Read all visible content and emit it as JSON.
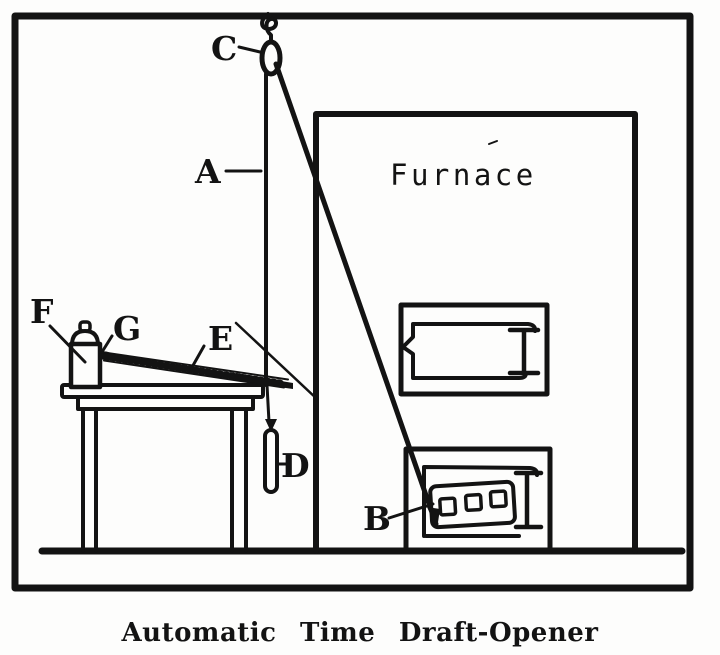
{
  "figure": {
    "caption": "Automatic Time Draft-Opener",
    "furnace_label": "Furnace",
    "part_labels": {
      "A": "A",
      "B": "B",
      "C": "C",
      "D": "D",
      "E": "E",
      "F": "F",
      "G": "G"
    },
    "colors": {
      "ink": "#131313",
      "paper": "#fdfdfc"
    }
  }
}
